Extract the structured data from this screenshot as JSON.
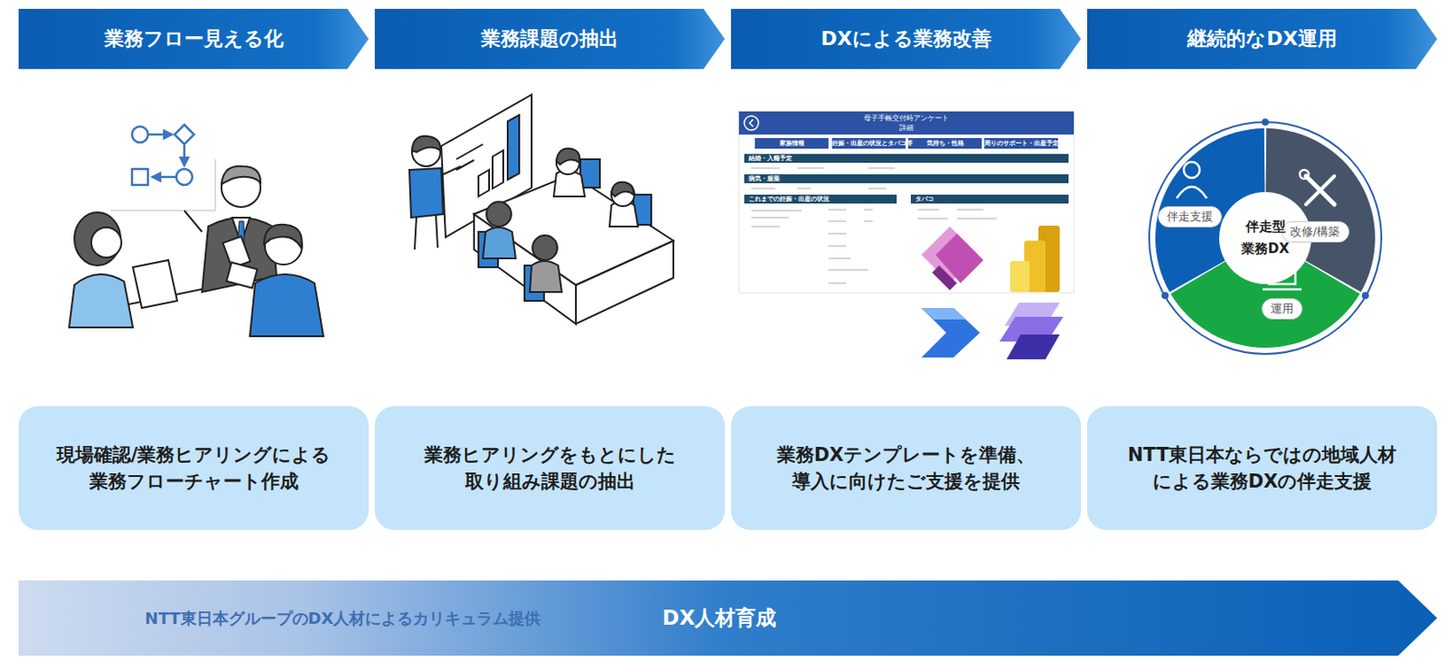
{
  "diagram": {
    "nodes": [
      {
        "text": [
          "業務フロー見える化"
        ]
      },
      {
        "text": [
          "業務課題の抽出"
        ]
      },
      {
        "text": [
          "DXによる業務改善"
        ]
      },
      {
        "text": [
          "継続的なDX運用"
        ]
      },
      {
        "text": [
          "現場確認/業務ヒアリングによる 業務フローチャート作成"
        ]
      },
      {
        "text": [
          "業務ヒアリングをもとにした 取り組み課題の抽出"
        ]
      },
      {
        "text": [
          "業務DXテンプレートを準備、 導入に向けたご支援を提供"
        ]
      },
      {
        "text": [
          "NTT東日本ならではの地域人材 による業務DXの伴走支援"
        ]
      },
      {
        "text": [
          "DX人材育成"
        ]
      },
      {
        "text": [
          "NTT東日本グループのDX人材によるカリキュラム提供"
        ],
        "in": 8
      },
      {
        "text": [
          "伴走型 業務DX"
        ]
      },
      {
        "text": [
          "伴走支援"
        ]
      },
      {
        "text": [
          "改修/構築"
        ]
      },
      {
        "text": [
          "運用"
        ]
      }
    ],
    "labels": [
      "母子手帳交付時アンケート",
      "詳細",
      "家族情報",
      "妊娠・出産の状況とタバコ等",
      "気持ち・性格",
      "周りのサポート・出産予定",
      "結婚・入籍予定",
      "病気・服薬",
      "これまでの妊娠・出産の状況",
      "タバコ"
    ]
  }
}
